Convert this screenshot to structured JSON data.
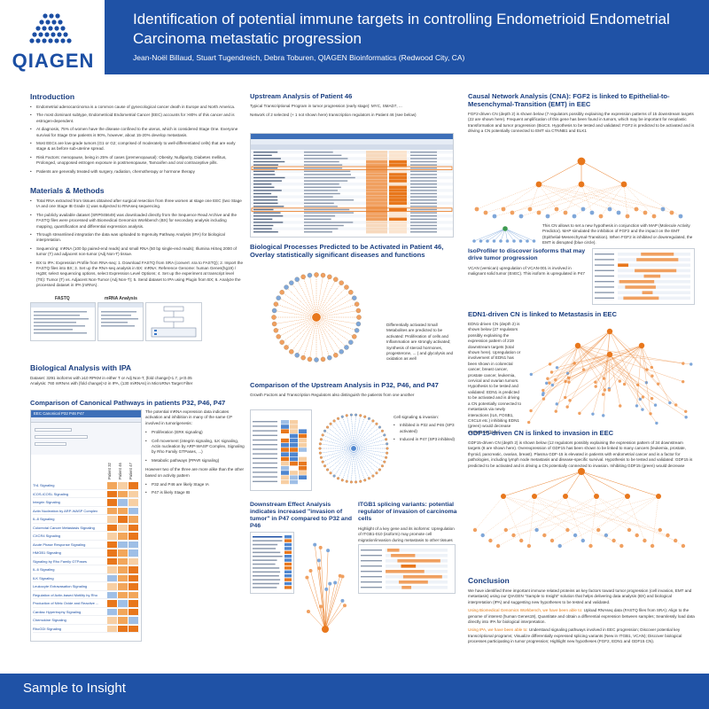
{
  "header": {
    "title": "Identification of potential immune targets in controlling Endometrioid Endometrial Carcinoma metastatic progression",
    "authors": "Jean-Noël Billaud, Stuart Tugendreich, Debra Toburen, QIAGEN Bioinformatics (Redwood City, CA)",
    "logo": "QIAGEN"
  },
  "footer": {
    "tagline": "Sample to Insight"
  },
  "colors": {
    "brand_blue": "#1f52a6",
    "heading_blue": "#1b3f80",
    "accent_orange": "#e07b17"
  },
  "intro": {
    "title": "Introduction",
    "bullets": [
      "Endometrial adenocarcinoma is a common cause of gynecological cancer death in Europe and North America.",
      "The most dominant subtype, Endometrioid Endometrial Cancer (EEC) accounts for >80% of this cancer and is estrogen-dependent.",
      "At diagnosis, 75% of women have the disease confined to the uterus, which is considered Stage One. Everyone survival for Stage One patients is 90%, however, about 15-20% develop metastasis.",
      "Most EECs are low-grade tumors (G1 or G2; comprised of moderately to well-differentiated cells) that are early stage & as before sub-uterine spread.",
      "Risk Factors: menopause, being in 25% of cases (premenopausal): Obesity, Nulliparity, Diabetes mellitus, Prolonged, unopposed estrogen exposure in postmenopause, Tamoxifen and oral contraceptive pills.",
      "Patients are generally treated with surgery, radiation, chemotherapy or hormone therapy"
    ]
  },
  "methods": {
    "title": "Materials & Methods",
    "bullets": [
      "Total RNA extracted from tissues obtained after surgical resection from three women at stage one EEC (two Stage IA and one Stage IB Grade 1) was subjected to RNAseq sequencing.",
      "The publicly available dataset (SRP045649) was downloaded directly from the Sequence Read Archive and the FASTQ files were processed with Biomedical Genomics Workbench (BX) for secondary analysis including mapping, quantification and differential expression analysis.",
      "Through streamlined integration the data was uploaded to Ingenuity Pathway Analysis (IPA) for biological interpretation.",
      "Sequencing: mRNA (100 bp paired-end reads) and small RNA (50 bp single-end reads); Illumina HiSeq 2000 of tumor (T) and adjacent non-tumor (Adj Non-T) tissue.",
      "BX to IPA: Expression Profile from RNA-seq: 1. Download FASTQ from SRA (convert .sra to FASTQ); 2. Import the FASTQ files into BX; 3. Set up the RNA-seq analysis in BX: mRNA: Reference Genome: human Genes(hg19) / Hg38; select sequencing options, select Expression Level Options; 4. Set up the experiment at transcript level (TE): Tumor (T) vs. Adjacent Non-Tumor (Adj Non-T); 5. Send dataset to IPA using Plugin from BX; 6. Analyze the processed dataset in IPA (mRNA)."
    ],
    "fastq_label": "FASTQ",
    "mrna_label": "mRNA Analysis"
  },
  "bio_analysis": {
    "title": "Biological Analysis with IPA",
    "dataset": "Dataset: 3291 isoforms with ≥10 RPKM in either T or Adj Non-T, |fold change|>1.7, p<0.05",
    "analysis": "Analysis: 760 mRNAs with |fold change|>2 in IPA, (130 miRNAs) in MicroRNA Target Filter"
  },
  "comparison": {
    "title": "Comparison of Canonical Pathways in patients P32, P46, P47",
    "window_title": "EEC Canonical P32 P46 P47",
    "col_headers": [
      "Patient 32",
      "Patient 46",
      "Patient 47"
    ],
    "pathways": [
      "Th1 Signaling",
      "iCOS-iCOSL Signaling",
      "Integrin Signaling",
      "Actin Nucleation by ARP-WASP Complex",
      "IL-8 Signaling",
      "Colorectal Cancer Metastasis Signaling",
      "CXCR4 Signaling",
      "Acute Phase Response Signaling",
      "HMGB1 Signaling",
      "Signaling by Rho Family GTPases",
      "IL-6 Signaling",
      "ILK Signaling",
      "Leukocyte Extravasation Signaling",
      "Regulation of Actin-based Motility by Rho",
      "Production of Nitric Oxide and Reactive ...",
      "Cardiac Hypertrophy Signaling",
      "Chemokine Signaling",
      "RhoGDI Signaling"
    ],
    "text_intro": "The potential mRNA expression data indicates activation and inhibition in many of the same CP involved in tumorigenesis:",
    "bullets": [
      "Proliferation (ERK signaling)",
      "Cell movement (integrin signaling, ILK signaling, Actin nucleation by ARP-WASP Complex, Signaling by Rho Family GTPases, ...)",
      "Metabolic pathways (PPAR signaling)"
    ],
    "text_2": "However two of the three are more alike than the other based on activity pattern",
    "bullets_2": [
      "P32 and P46 are likely Stage IA",
      "P47 is likely Stage IB"
    ]
  },
  "upstream": {
    "title": "Upstream Analysis of Patient 46",
    "line1": "Typical Transcriptional Program in tumor progression (early stage): MYC, SMAD7, ...",
    "line2": "Network of 2 selected (+ 1 not shown here) transcription regulators in Patient 46 (see below)"
  },
  "bio_process": {
    "title": "Biological Processes Predicted to be Activated in Patient 46, Overlay statistically significant diseases and functions",
    "note": "Differentially activated Small Metabolites are predicted to be activated: Proliferation of cells and Inflammation are strongly activated; Synthesis of steroid hormones, progesterone, ... ( and glycolysis and oxidation as well"
  },
  "upstream_compare": {
    "title": "Comparison of the Upstream Analysis in P32, P46, and P47",
    "line": "Growth Factors and Transcription Regulators also distinguish the patients from one another",
    "cell_sig": "Cell signaling & invasion:",
    "bullets": [
      "Inhibited in P32 and P46 (SP3 activated)",
      "Induced in P47 (SP3 inhibited)"
    ]
  },
  "downstream": {
    "title": "Downstream Effect Analysis indicates increased \"invasion of tumor\" in P47 compared to P32 and P46"
  },
  "itgb1": {
    "title": "ITGB1 splicing variants: potential regulator of invasion of carcinoma cells",
    "text": "Highlight of a key gene and its isoforms: Upregulation of ITGB1-010 (isoform) may promote cell migration/invasion during metastasis to other tissues"
  },
  "causal": {
    "title": "Causal Network Analysis (CNA): FGF2 is linked to Epithelial-to-Mesenchymal-Transition (EMT) in EEC",
    "text": "FGF2-driven CN (depth 2) is shown below (7 regulators possibly explaining the expression patterns of 15 downstream targets (22 are shown here). Frequent amplification of this gene has been found in tumors, which may be important for neoplastic transformation and tumor progression (BioCS. Hypothesis to be tested and validated: FGF2 is predicted to be activated and is driving a CN potentially connected to EMT via CTNNB1 and ELK1",
    "note": "This CN allows to set a new hypothesis in conjunction with MAP (Molecule Activity Predictor). MAP simulated the inhibition of FGF2 and the impact on the EMT (Epithelial-Mesenchymal-Transition). When FGF2 is inhibited or downregulated, the EMT is disrupted (blue circle)."
  },
  "isoprofiler": {
    "title": "IsoProfiler to discover isoforms that may drive tumor progression",
    "text": "VCAN (versican) upregulation of VCAN-001 is involved in malignant solid tumor (EnEC). This isoform is upregulated in P47"
  },
  "edn1": {
    "title": "EDN1-driven CN is linked to Metastasis in EEC",
    "text": "EDN1-driven CN (depth 2) is shown below (27 regulators possibly explaining the expression pattern of 219 downstream targets (total shown here). Upregulation or involvement of EDN1 has been shown in colorectal cancer, breast cancer, prostate cancer, leukemia, cervical and ovarian tumors. Hypothesis to be tested and validated: EDN1 is predicted to be activated and is driving a CN potentially connected to metastasis via newly interactions (IL6, FOSB1, CXCL8 etc.) inhibiting EDN1 (green) would decrease metastasis (blue)"
  },
  "gdf15": {
    "title": "GDF15-driven CN is linked to invasion in EEC",
    "text": "GDF15-driven CN (depth 2) is shown below (12 regulators possibly explaining the expression pattern of 34 downstream targets (8 are shown here). Overexpression of GDF15 has been shown to be linked to many cancers (leukemia, prostate, thyroid, pancreatic, ovarian, breast). Plasma GDF-15 is elevated in patients with endometrial cancer and is a factor for pathologies, including lymph node metastasis and disease-specific survival. Hypothesis to be tested and validated: GDF15 is predicted to be activated and is driving a CN potentially connected to invasion. Inhibiting GDF15 (green) would decrease"
  },
  "conclusion": {
    "title": "Conclusion",
    "p1": "We have identified three important immune related proteins as key factors toward tumor progression (cell invasion, EMT and metastasis) using our QIAGEN \"Sample to Insight\" solution that helps delivering data analysis (BX) and biological interpretation (IPA) and suggesting new hypotheses to be tested and validated.",
    "p2_lead": "Using Biomedical Genomics Workbench, we have been able to:",
    "p2": "Upload RNAseq data (FASTQ files from SRA); Align to the genome of interest (human Genes19), Quantitate and obtain a differential expression between samples; Seamlessly load data directly into IPA for biological interpretation.",
    "p3_lead": "Using IPA, we have been able to:",
    "p3": "Understand signaling pathways involved in EEC progression; Discover potential key transcriptional programs; Visualize differentially expressed splicing variants (New in ITGB1, VCAN); Discover biological processes participating in tumor progression; Highlight new hypotheses (FGF2, EDN1 and GDF15 CN)."
  }
}
